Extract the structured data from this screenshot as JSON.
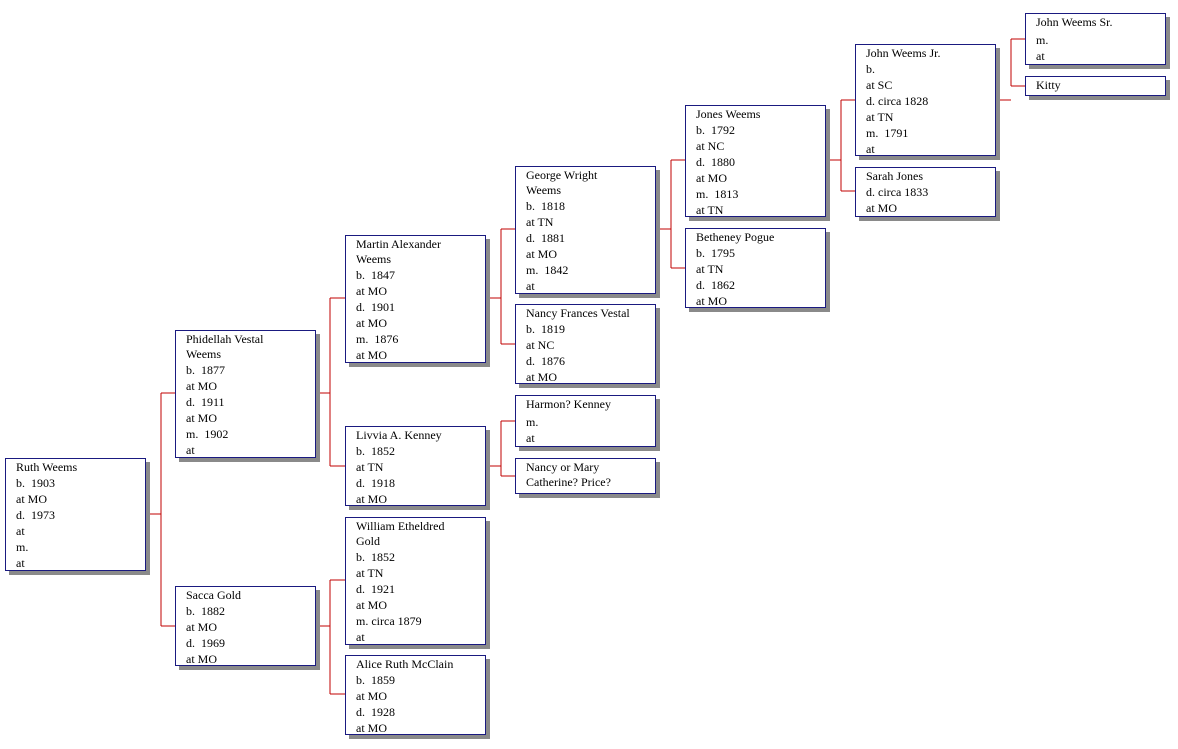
{
  "people": {
    "ruth": {
      "name": "Ruth Weems",
      "lines": [
        "b.  1903",
        "at MO",
        "d.  1973",
        "at",
        "m.",
        "at"
      ]
    },
    "phidellah": {
      "name": "Phidellah Vestal Weems",
      "lines": [
        "b.  1877",
        "at MO",
        "d.  1911",
        "at MO",
        "m.  1902",
        "at"
      ]
    },
    "sacca": {
      "name": "Sacca Gold",
      "lines": [
        "b.  1882",
        "at MO",
        "d.  1969",
        "at MO"
      ]
    },
    "martin": {
      "name": "Martin Alexander Weems",
      "lines": [
        "b.  1847",
        "at MO",
        "d.  1901",
        "at MO",
        "m.  1876",
        "at MO"
      ]
    },
    "livvia": {
      "name": "Livvia A. Kenney",
      "lines": [
        "b.  1852",
        "at TN",
        "d.  1918",
        "at MO"
      ]
    },
    "william": {
      "name": "William Etheldred Gold",
      "lines": [
        "b.  1852",
        "at TN",
        "d.  1921",
        "at MO",
        "m. circa 1879",
        "at"
      ]
    },
    "alice": {
      "name": "Alice Ruth McClain",
      "lines": [
        "b.  1859",
        "at MO",
        "d.  1928",
        "at MO"
      ]
    },
    "george": {
      "name": "George Wright Weems",
      "lines": [
        "b.  1818",
        "at TN",
        "d.  1881",
        "at MO",
        "m.  1842",
        "at"
      ]
    },
    "nancy_vestal": {
      "name": "Nancy Frances Vestal",
      "lines": [
        "b.  1819",
        "at NC",
        "d.  1876",
        "at MO"
      ]
    },
    "harmon": {
      "name": "Harmon? Kenney",
      "lines": [
        "m.",
        "at"
      ]
    },
    "nancy_price": {
      "name": "Nancy or Mary Catherine? Price?",
      "lines": []
    },
    "jones": {
      "name": "Jones Weems",
      "lines": [
        "b.  1792",
        "at NC",
        "d.  1880",
        "at MO",
        "m.  1813",
        "at TN"
      ]
    },
    "betheney": {
      "name": "Betheney Pogue",
      "lines": [
        "b.  1795",
        "at TN",
        "d.  1862",
        "at MO"
      ]
    },
    "john_jr": {
      "name": "John Weems Jr.",
      "lines": [
        "b.",
        "at SC",
        "d. circa 1828",
        "at TN",
        "m.  1791",
        "at"
      ]
    },
    "sarah": {
      "name": "Sarah Jones",
      "lines": [
        "d. circa 1833",
        "at MO"
      ]
    },
    "john_sr": {
      "name": "John Weems Sr.",
      "lines": [
        "m.",
        "at"
      ]
    },
    "kitty": {
      "name": "Kitty",
      "lines": []
    }
  },
  "colors": {
    "box_border": "#1a1a80",
    "shadow": "#8a8a8a",
    "connector": "#c00000"
  }
}
